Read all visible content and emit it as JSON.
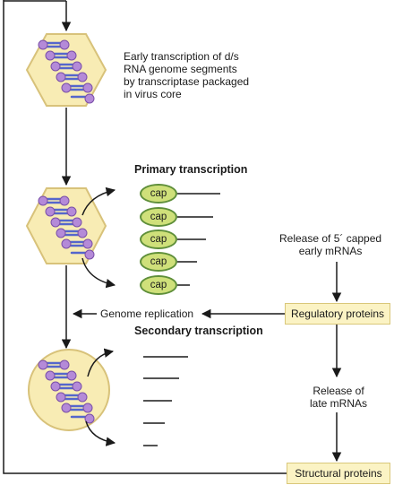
{
  "labels": {
    "early_transcription": "Early transcription of d/s\nRNA genome segments\nby transcriptase packaged\nin virus core",
    "primary_transcription": "Primary transcription",
    "secondary_transcription": "Secondary transcription",
    "release_capped": "Release of 5´ capped\nearly mRNAs",
    "genome_replication": "Genome replication",
    "release_late": "Release of\nlate mRNAs"
  },
  "boxes": {
    "regulatory": "Regulatory proteins",
    "structural": "Structural proteins"
  },
  "caps": [
    "cap",
    "cap",
    "cap",
    "cap",
    "cap"
  ],
  "colors": {
    "hexagon_fill": "#f8ecb4",
    "hexagon_stroke": "#d8c27a",
    "circle_fill": "#f8ecb4",
    "strand_blue": "#5566cc",
    "node_purple": "#b48ad8",
    "cap_green": "#cfe07a",
    "box_fill": "#fbf3c4",
    "line": "#1a1a1a"
  }
}
